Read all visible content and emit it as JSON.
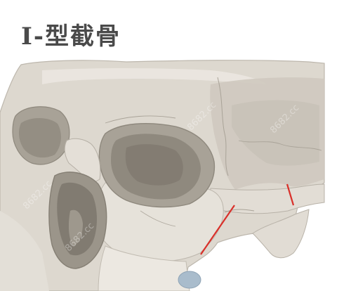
{
  "title": "I-型截骨",
  "illustration": {
    "subject": "skull-anatomy",
    "cut_line_color": "#d9302a"
  },
  "watermark": "8682.cc"
}
